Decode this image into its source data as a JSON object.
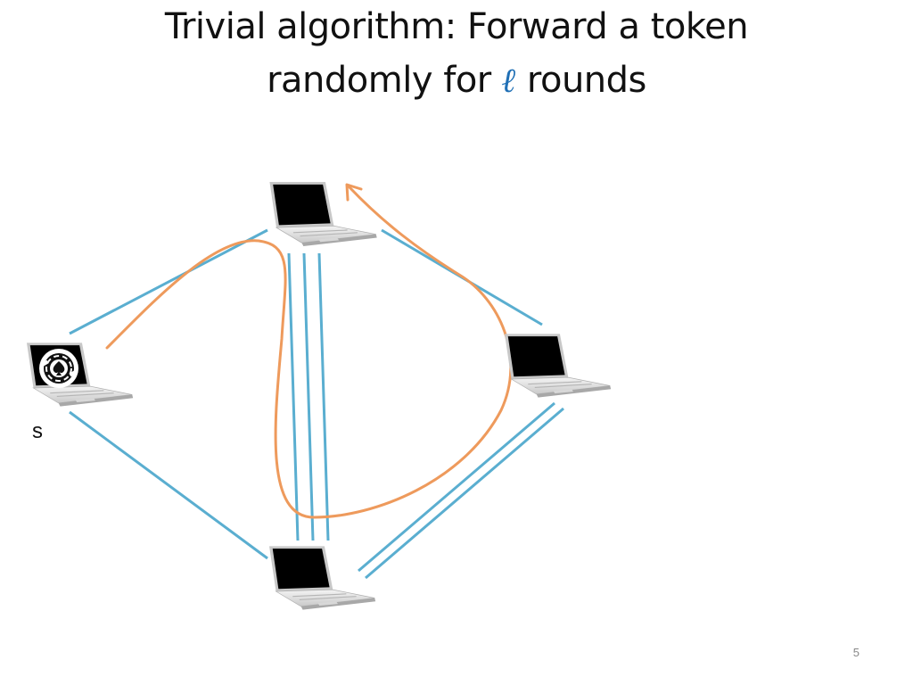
{
  "slide": {
    "title_line1": "Trivial algorithm: Forward a token",
    "title_line2_pre": "randomly for ",
    "title_symbol": "ℓ",
    "title_line2_post": " rounds",
    "source_label": "s",
    "page_number": "5"
  },
  "colors": {
    "edge": "#5aaed0",
    "token_path": "#ee9a5c",
    "title": "#111111",
    "symbol": "#1f6fb5"
  },
  "icons": {
    "node": "laptop-icon",
    "source_node": "laptop-with-poker-chip-icon",
    "arrow": "arrowhead-icon"
  }
}
